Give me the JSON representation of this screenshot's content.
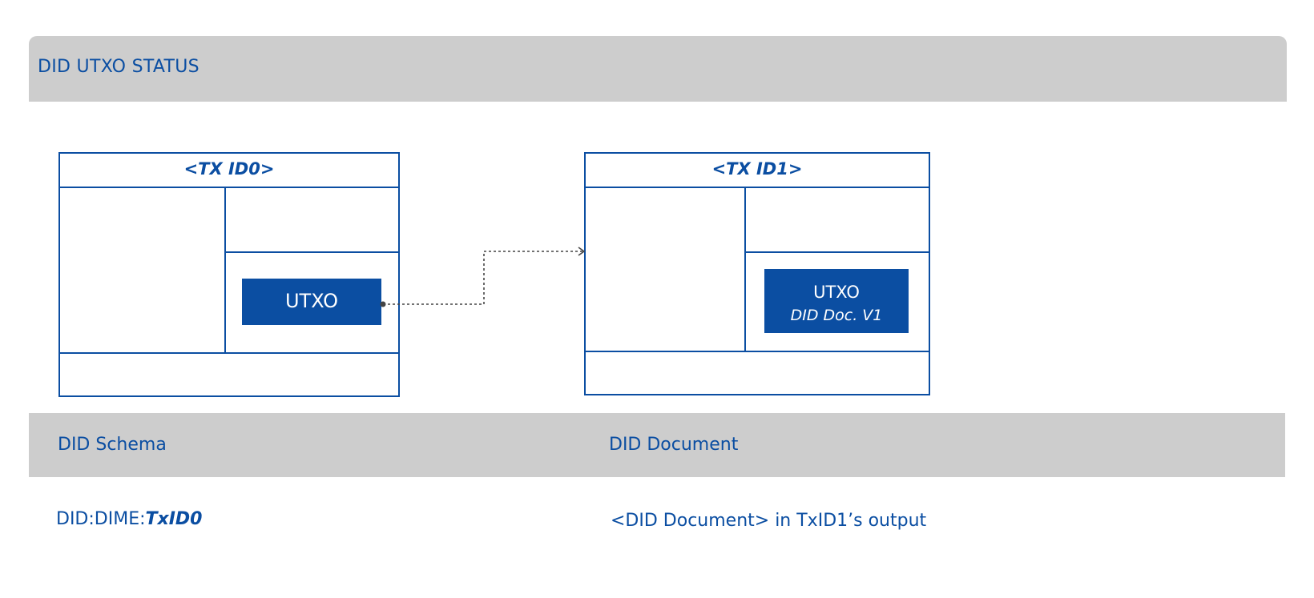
{
  "header": {
    "title": "DID UTXO STATUS"
  },
  "transactions": [
    {
      "title": "<TX ID0>",
      "utxo_label": "UTXO",
      "utxo_sublabel": ""
    },
    {
      "title": "<TX ID1>",
      "utxo_label": "UTXO",
      "utxo_sublabel": "DID Doc. V1"
    }
  ],
  "columns": {
    "schema_label": "DID Schema",
    "document_label": "DID Document"
  },
  "values": {
    "schema_prefix": "DID:DIME:",
    "schema_txid": "TxID0",
    "document_value": "<DID Document> in TxID1’s output"
  },
  "colors": {
    "brand_blue": "#0b4ea2",
    "band_gray": "#cdcdcd",
    "connector": "#444444"
  },
  "icons": {
    "connector_start": "dot-icon",
    "connector_end": "arrow-head-icon"
  }
}
